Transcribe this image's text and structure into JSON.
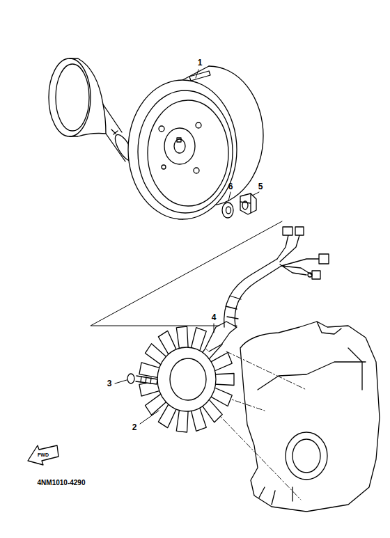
{
  "diagram": {
    "labels": [
      "1",
      "6",
      "5",
      "4",
      "3",
      "2",
      "FWD",
      "4NM1010-4290"
    ]
  }
}
